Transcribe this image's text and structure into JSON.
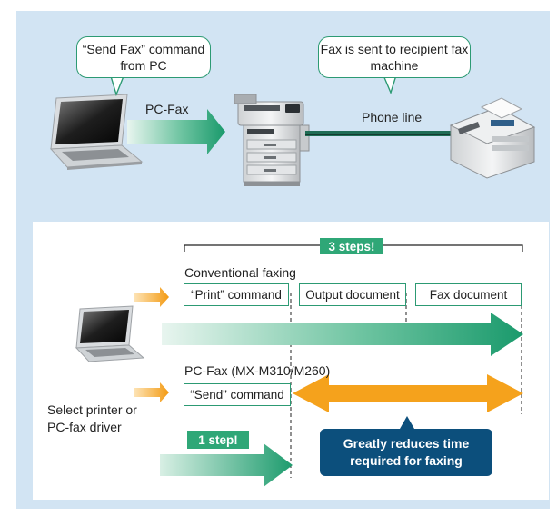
{
  "top": {
    "bubble_send_fax": "“Send Fax” command from PC",
    "bubble_fax_sent": "Fax is sent to recipient fax machine",
    "label_pc_fax": "PC-Fax",
    "label_phone_line": "Phone line"
  },
  "bottom": {
    "three_steps": "3 steps!",
    "conventional_title": "Conventional faxing",
    "step_print": "“Print” command",
    "step_output": "Output document",
    "step_fax": "Fax document",
    "pcfax_title": "PC-Fax (MX-M310/M260)",
    "step_send": "“Send” command",
    "select_driver": "Select printer or PC-fax driver",
    "one_step": "1 step!",
    "reduces_time": "Greatly reduces time required for faxing"
  },
  "colors": {
    "panel_bg": "#d2e4f3",
    "green": "#2fa777",
    "orange": "#f5a21c",
    "navy": "#0c4f7c"
  }
}
